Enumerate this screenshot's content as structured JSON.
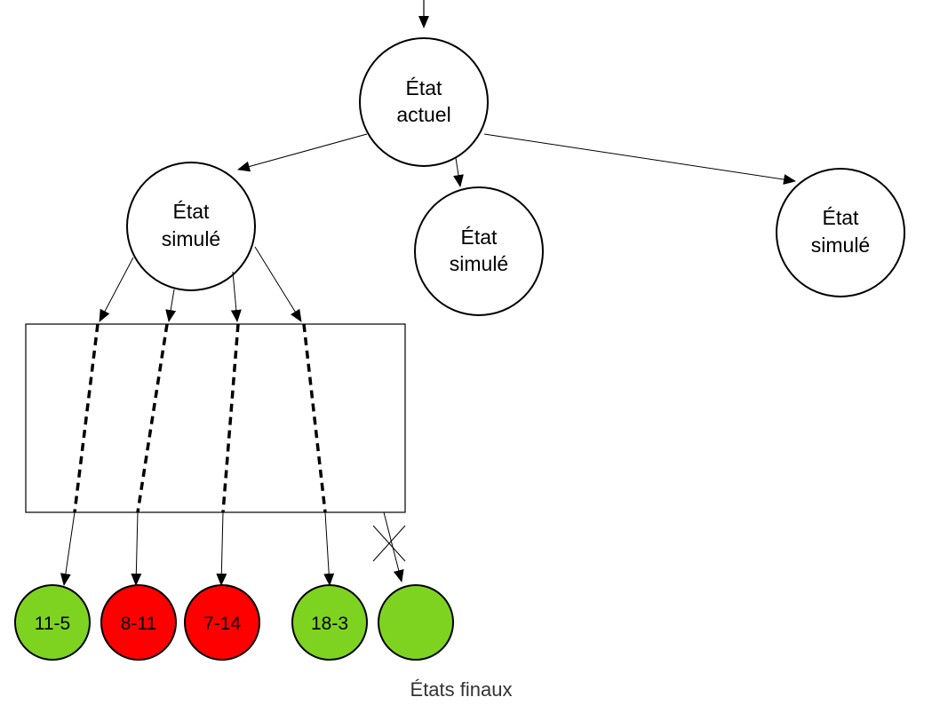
{
  "nodes": {
    "current_state": {
      "line1": "État",
      "line2": "actuel"
    },
    "simulated_state_left": {
      "line1": "État",
      "line2": "simulé"
    },
    "simulated_state_middle": {
      "line1": "État",
      "line2": "simulé"
    },
    "simulated_state_right": {
      "line1": "État",
      "line2": "simulé"
    }
  },
  "final_states": {
    "caption": "États finaux",
    "items": [
      {
        "label": "11-5",
        "color": "#7ed321"
      },
      {
        "label": "8-11",
        "color": "#ff0000"
      },
      {
        "label": "7-14",
        "color": "#ff0000"
      },
      {
        "label": "18-3",
        "color": "#7ed321"
      },
      {
        "label": "",
        "color": "#7ed321"
      }
    ]
  },
  "colors": {
    "win": "#7ed321",
    "loss": "#ff0000",
    "stroke": "#000000"
  }
}
